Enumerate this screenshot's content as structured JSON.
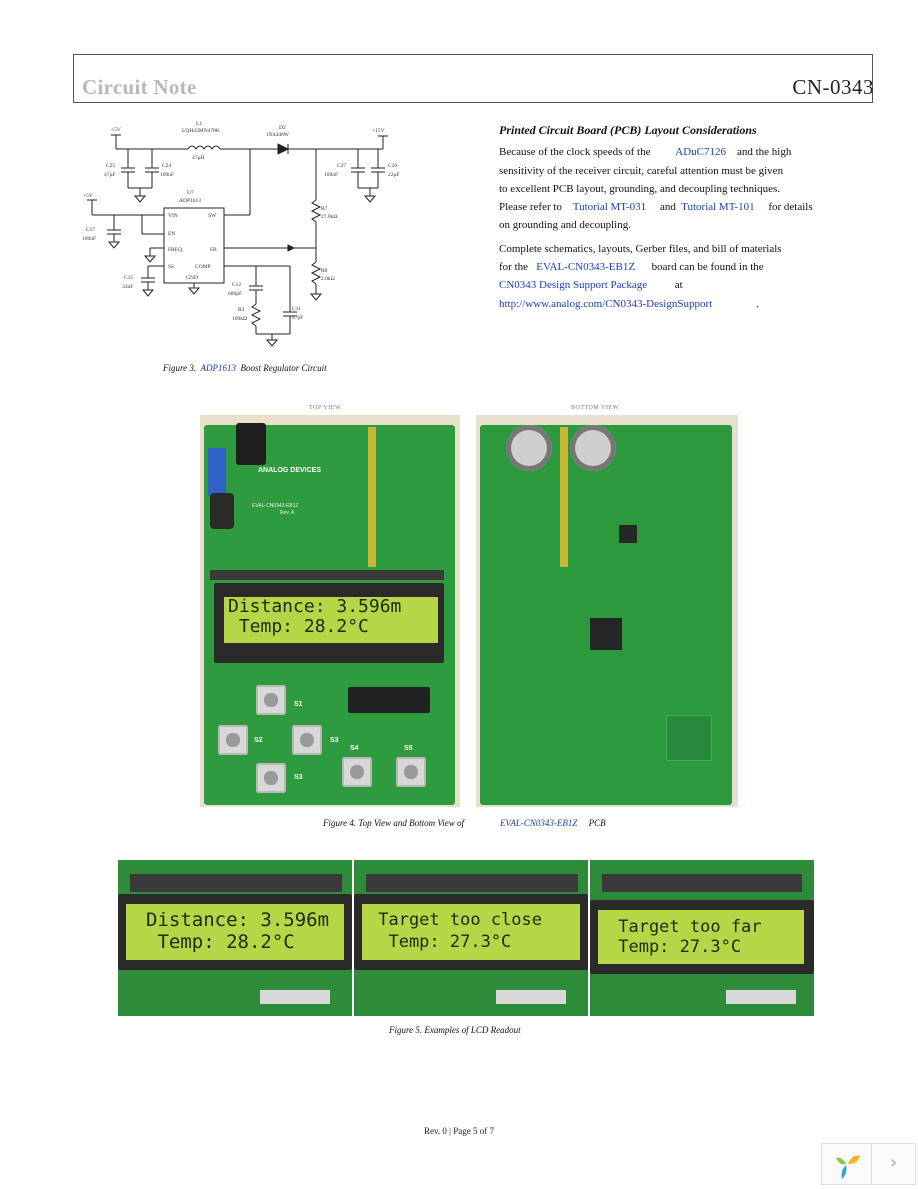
{
  "header": {
    "left_title": "Circuit Note",
    "right_title": "CN-0343"
  },
  "schematic": {
    "labels": {
      "l1": "L1",
      "l1_part": "LQH43MN470K",
      "l1_val": "47µH",
      "d2": "D2",
      "d2_part": "1N4448W",
      "v5_top": "+5V",
      "v5_left": "+5V",
      "v15": "+15V",
      "c25": "C25",
      "c25_val": "47µF",
      "c24": "C24",
      "c24_val": "100nF",
      "c27": "C27",
      "c27_val": "100nF",
      "c26": "C26",
      "c26_val": "22µF",
      "c17": "C17",
      "c17_val": "100nF",
      "c15": "C15",
      "c15_val": "33nF",
      "c12": "C12",
      "c12_val": "680pF",
      "c11": "C11",
      "c11_val": "47pF",
      "r7": "R7",
      "r7_val": "27.0kΩ",
      "r8": "R8",
      "r8_val": "2.0kΩ",
      "r3": "R3",
      "r3_val": "100kΩ",
      "u7": "U7",
      "u7_part": "ADP1613",
      "pin_vin": "VIN",
      "pin_sw": "SW",
      "pin_en": "EN",
      "pin_freq": "FREQ",
      "pin_fb": "FB",
      "pin_ss": "SS",
      "pin_comp": "COMP",
      "pin_gnd": "GND"
    }
  },
  "figure3": {
    "prefix": "Figure 3.",
    "link": "ADP1613",
    "suffix": "Boost Regulator Circuit"
  },
  "right_column": {
    "title": "Printed Circuit Board (PCB) Layout Considerations",
    "p1": {
      "t1": "Because of the clock speeds of the",
      "link1": "ADuC7126",
      "t2": "and the high",
      "t3": "sensitivity of the receiver circuit, careful attention must be given",
      "t4": "to excellent PCB layout, grounding, and decoupling techniques.",
      "t5": "Please refer to",
      "link2": "Tutorial MT-031",
      "t6": "and",
      "link3": "Tutorial MT-101",
      "t7": "for details",
      "t8": "on grounding and decoupling."
    },
    "p2": {
      "t1": "Complete schematics, layouts, Gerber files, and bill of materials",
      "t2": "for the",
      "link1": "EVAL-CN0343-EB1Z",
      "t3": "board can be found in the",
      "link2": "CN0343 Design Support Package",
      "t4": "at",
      "link3": "http://www.analog.com/CN0343-DesignSupport",
      "t5": "."
    }
  },
  "figure4": {
    "top_view_label": "TOP VIEW",
    "bottom_view_label": "BOTTOM VIEW",
    "board_brand": "ANALOG DEVICES",
    "board_name": "EVAL-CN0343-EB1Z",
    "board_rev": "Rev. A",
    "lcd_line1": "Distance: 3.596m",
    "lcd_line2": " Temp: 28.2°C",
    "buttons": [
      "S1",
      "S2",
      "S3",
      "S4",
      "S5"
    ],
    "prefix": "Figure 4. Top View and Bottom View of",
    "link": "EVAL-CN0343-EB1Z",
    "suffix": "PCB"
  },
  "figure5": {
    "panels": [
      {
        "line1": "Distance: 3.596m",
        "line2": " Temp: 28.2°C"
      },
      {
        "line1": " Target too close",
        "line2": "  Temp: 27.3°C"
      },
      {
        "line1": " Target too far",
        "line2": " Temp: 27.3°C"
      }
    ],
    "caption": "Figure 5. Examples of LCD Readout"
  },
  "footer": {
    "text": "Rev. 0 | Page 5 of 7"
  },
  "nav": {
    "next_icon": "›"
  }
}
